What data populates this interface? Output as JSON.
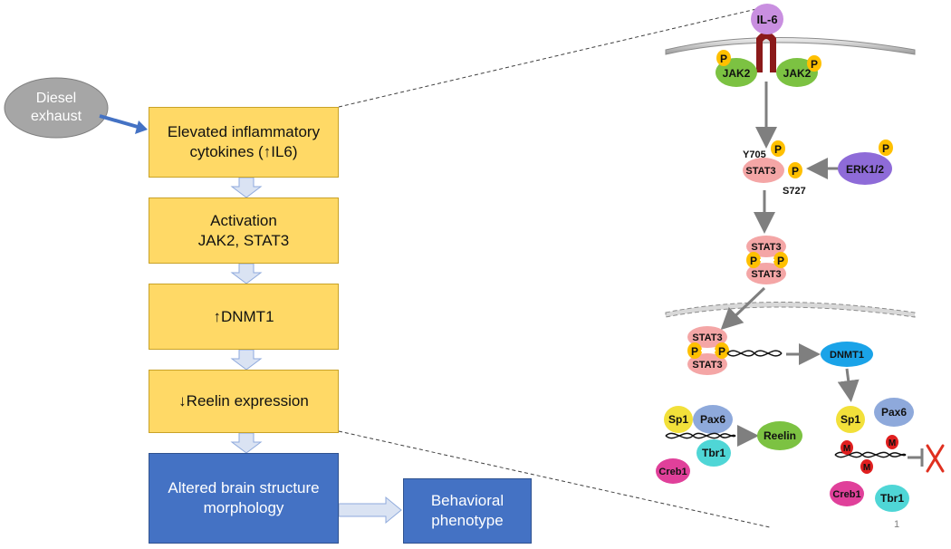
{
  "flow": {
    "diesel": "Diesel\nexhaust",
    "step1": "Elevated inflammatory\ncytokines (↑IL6)",
    "step2": "Activation\nJAK2, STAT3",
    "step3": "↑DNMT1",
    "step4": "↓Reelin expression",
    "step5": "Altered brain structure\nmorphology",
    "step6": "Behavioral\nphenotype"
  },
  "pathway": {
    "il6": "IL-6",
    "jak2": "JAK2",
    "phos": "P",
    "stat3": "STAT3",
    "y705": "Y705",
    "s727": "S727",
    "erk": "ERK1/2",
    "dnmt1": "DNMT1",
    "sp1": "Sp1",
    "pax6": "Pax6",
    "tbr1": "Tbr1",
    "creb1": "Creb1",
    "reelin": "Reelin",
    "methyl": "M",
    "page_number": "1"
  },
  "colors": {
    "yellow_box": "#ffd966",
    "blue_box": "#4472c4",
    "jak2": "#7cc242",
    "phospho": "#ffc000",
    "stat3": "#f4a6a6",
    "erk": "#8e6bd8",
    "il6": "#c98fe0",
    "receptor": "#8b1a1a",
    "dnmt1": "#1aa3e8",
    "sp1": "#f2e03a",
    "pax6": "#8ea9db",
    "tbr1": "#4fd6d6",
    "creb1": "#e0409a",
    "reelin": "#7cc242",
    "methyl": "#e01f1f",
    "x_mark": "#e03020"
  }
}
